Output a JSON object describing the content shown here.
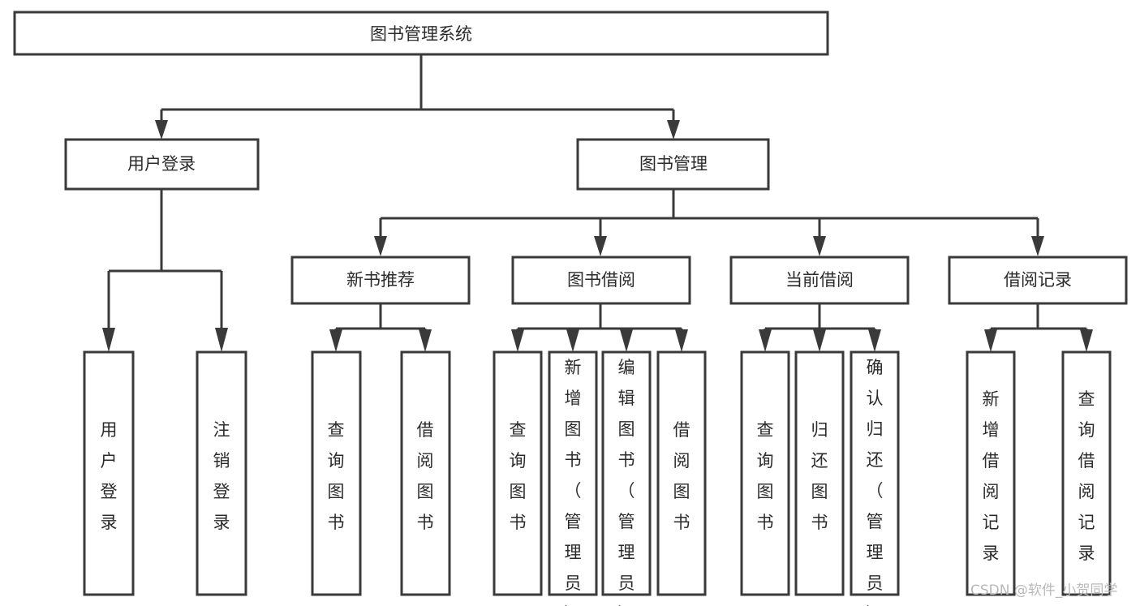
{
  "diagram": {
    "type": "tree-hierarchy",
    "title": "图书管理系统",
    "levels": 4,
    "root": {
      "id": "root",
      "label": "图书管理系统",
      "orientation": "horizontal"
    },
    "level2": [
      {
        "id": "user-login",
        "label": "用户登录",
        "orientation": "horizontal"
      },
      {
        "id": "book-manage",
        "label": "图书管理",
        "orientation": "horizontal"
      }
    ],
    "level3": [
      {
        "id": "new-book-recommend",
        "label": "新书推荐",
        "orientation": "horizontal",
        "parent": "book-manage"
      },
      {
        "id": "book-borrow",
        "label": "图书借阅",
        "orientation": "horizontal",
        "parent": "book-manage"
      },
      {
        "id": "current-borrow",
        "label": "当前借阅",
        "orientation": "horizontal",
        "parent": "book-manage"
      },
      {
        "id": "borrow-record",
        "label": "借阅记录",
        "orientation": "horizontal",
        "parent": "book-manage"
      }
    ],
    "leaves": {
      "user-login": [
        {
          "id": "leaf-user-login",
          "label": "用户登录",
          "orientation": "vertical"
        },
        {
          "id": "leaf-logout",
          "label": "注销登录",
          "orientation": "vertical"
        }
      ],
      "new-book-recommend": [
        {
          "id": "leaf-query-book-1",
          "label": "查询图书",
          "orientation": "vertical"
        },
        {
          "id": "leaf-borrow-book-1",
          "label": "借阅图书",
          "orientation": "vertical"
        }
      ],
      "book-borrow": [
        {
          "id": "leaf-query-book-2",
          "label": "查询图书",
          "orientation": "vertical"
        },
        {
          "id": "leaf-add-book",
          "label": "新增图书（管理员）",
          "orientation": "vertical"
        },
        {
          "id": "leaf-edit-book",
          "label": "编辑图书（管理员）",
          "orientation": "vertical"
        },
        {
          "id": "leaf-borrow-book-2",
          "label": "借阅图书",
          "orientation": "vertical"
        }
      ],
      "current-borrow": [
        {
          "id": "leaf-query-book-3",
          "label": "查询图书",
          "orientation": "vertical"
        },
        {
          "id": "leaf-return-book",
          "label": "归还图书",
          "orientation": "vertical"
        },
        {
          "id": "leaf-confirm-return",
          "label": "确认归还（管理员）",
          "orientation": "vertical"
        }
      ],
      "borrow-record": [
        {
          "id": "leaf-add-record",
          "label": "新增借阅记录",
          "orientation": "vertical"
        },
        {
          "id": "leaf-query-record",
          "label": "查询借阅记录",
          "orientation": "vertical"
        }
      ]
    },
    "colors": {
      "stroke": "#3a3a3a",
      "fill": "#ffffff",
      "text": "#2b2b2b",
      "watermark": "#b9b9b9",
      "background": "#ffffff"
    }
  },
  "watermark": {
    "text": "CSDN @软件_小贺同学"
  }
}
